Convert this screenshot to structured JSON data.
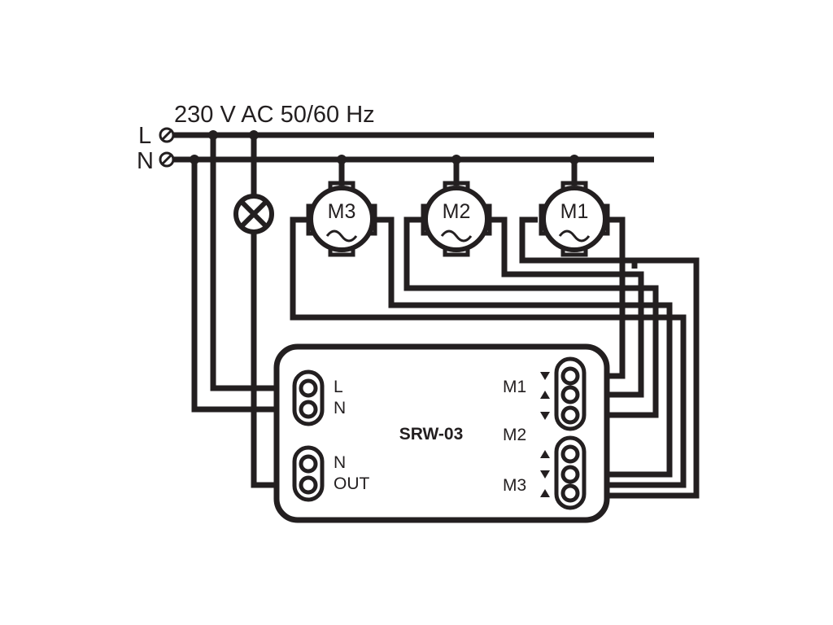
{
  "supply": {
    "label": "230 V AC 50/60 Hz",
    "line": "L",
    "neutral": "N"
  },
  "motors": [
    {
      "id": "m3",
      "label": "M3",
      "symbol": "~"
    },
    {
      "id": "m2",
      "label": "M2",
      "symbol": "~"
    },
    {
      "id": "m1",
      "label": "M1",
      "symbol": "~"
    }
  ],
  "module": {
    "model": "SRW-03",
    "power_terminals": {
      "l": "L",
      "n": "N"
    },
    "output_terminals": {
      "n": "N",
      "out": "OUT"
    },
    "channels": {
      "m1": "M1",
      "m2": "M2",
      "m3": "M3"
    }
  },
  "colors": {
    "ink": "#231f20",
    "background": "#ffffff"
  }
}
